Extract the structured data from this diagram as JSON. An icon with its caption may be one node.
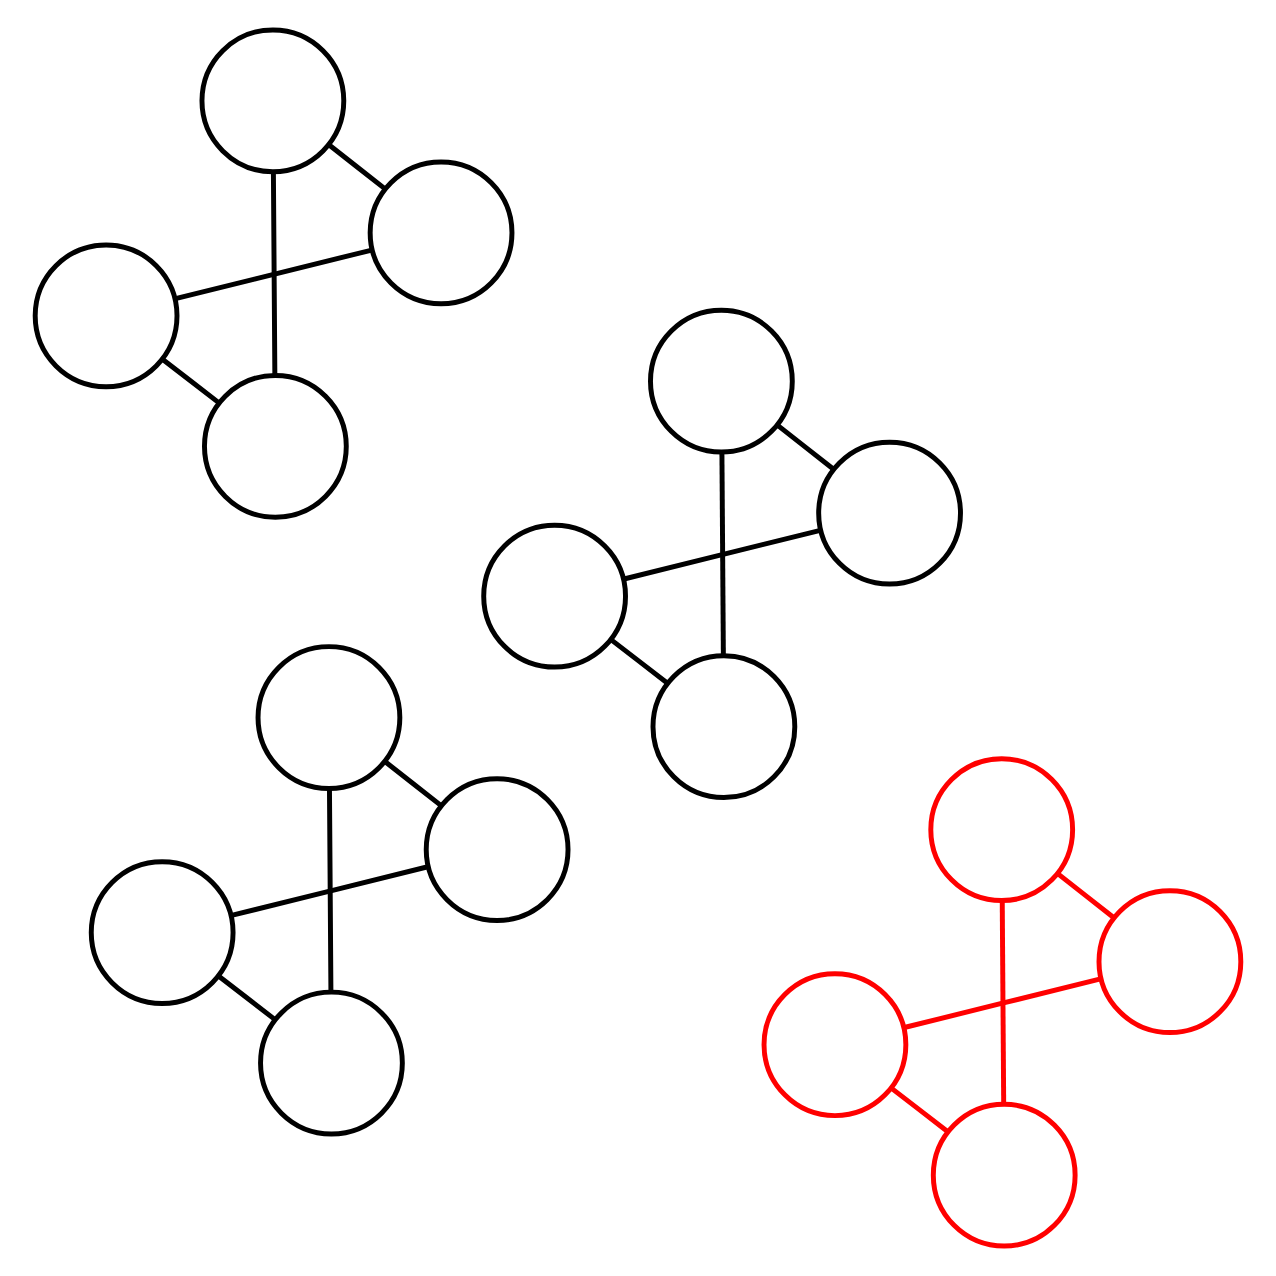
{
  "diagram": {
    "nodes": [
      {
        "text": [],
        "shape": "circle"
      },
      {
        "text": [],
        "shape": "circle"
      },
      {
        "text": [],
        "shape": "circle"
      },
      {
        "text": [],
        "shape": "circle"
      },
      {
        "text": [],
        "shape": "circle"
      },
      {
        "text": [],
        "shape": "circle"
      },
      {
        "text": [],
        "shape": "circle"
      },
      {
        "text": [],
        "shape": "circle"
      },
      {
        "text": [],
        "shape": "circle"
      },
      {
        "text": [],
        "shape": "circle"
      },
      {
        "text": [],
        "shape": "circle"
      },
      {
        "text": [],
        "shape": "circle"
      },
      {
        "text": [],
        "shape": "circle"
      },
      {
        "text": [],
        "shape": "circle"
      },
      {
        "text": [],
        "shape": "circle"
      },
      {
        "text": [],
        "shape": "circle"
      }
    ],
    "edges": [
      {
        "from": 0,
        "to": 1,
        "arrow": "none"
      },
      {
        "from": 0,
        "to": 12,
        "arrow": "none"
      },
      {
        "from": 1,
        "to": 15,
        "arrow": "none"
      },
      {
        "from": 2,
        "to": 5,
        "arrow": "none"
      },
      {
        "from": 2,
        "to": 10,
        "arrow": "none"
      },
      {
        "from": 3,
        "to": 4,
        "arrow": "none"
      },
      {
        "from": 3,
        "to": 11,
        "arrow": "none"
      },
      {
        "from": 4,
        "to": 14,
        "arrow": "none"
      },
      {
        "from": 5,
        "to": 13,
        "arrow": "none"
      },
      {
        "from": 10,
        "to": 13,
        "arrow": "none"
      },
      {
        "from": 11,
        "to": 14,
        "arrow": "none"
      },
      {
        "from": 12,
        "to": 15,
        "arrow": "none"
      },
      {
        "from": 6,
        "to": 7,
        "arrow": "none",
        "color": "#ff0000"
      },
      {
        "from": 6,
        "to": 8,
        "arrow": "none",
        "color": "#ff0000"
      },
      {
        "from": 7,
        "to": 9,
        "arrow": "none",
        "color": "#ff0000"
      },
      {
        "from": 8,
        "to": 9,
        "arrow": "none",
        "color": "#ff0000"
      }
    ]
  }
}
